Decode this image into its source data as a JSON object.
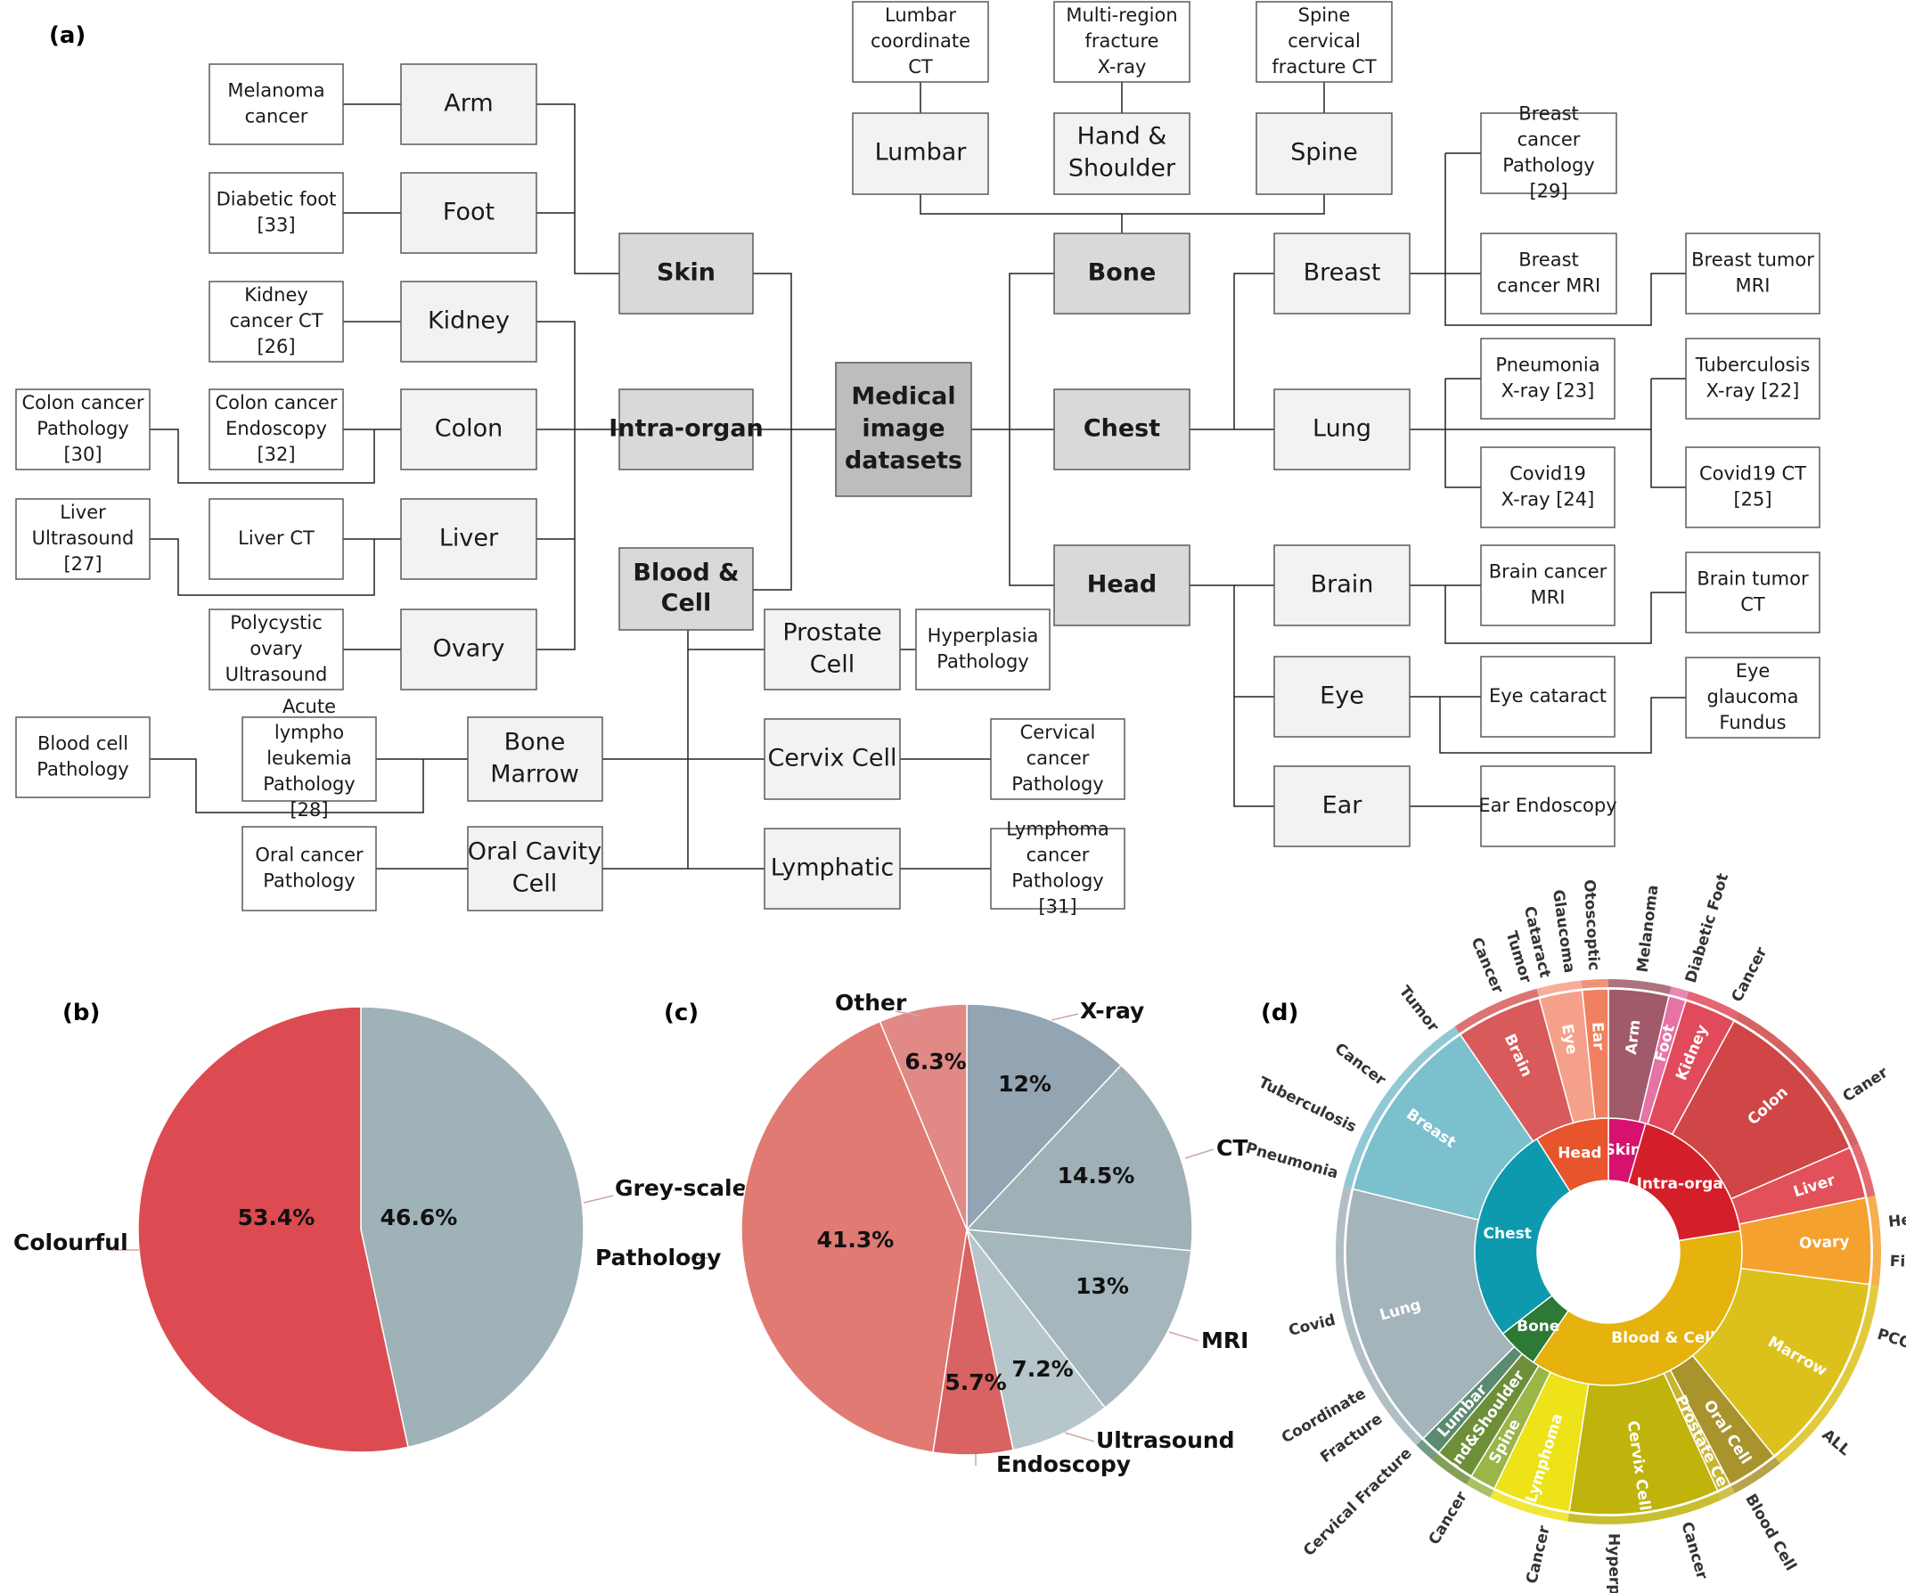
{
  "panels": {
    "a": "(a)",
    "b": "(b)",
    "c": "(c)",
    "d": "(d)"
  },
  "tree": {
    "root": "Medical image datasets",
    "level1": {
      "skin": "Skin",
      "intra": "Intra-organ",
      "blood": "Blood & Cell",
      "bone": "Bone",
      "chest": "Chest",
      "head": "Head"
    },
    "level2": {
      "arm": "Arm",
      "foot": "Foot",
      "kidney": "Kidney",
      "colon": "Colon",
      "liver": "Liver",
      "ovary": "Ovary",
      "bone_marrow": "Bone Marrow",
      "oral": "Oral Cavity Cell",
      "prostate": "Prostate Cell",
      "cervix": "Cervix Cell",
      "lymphatic": "Lymphatic",
      "lumbar": "Lumbar",
      "hand_shoulder": "Hand & Shoulder",
      "spine": "Spine",
      "breast": "Breast",
      "lung": "Lung",
      "brain": "Brain",
      "eye": "Eye",
      "ear": "Ear"
    },
    "level3": {
      "melanoma": "Melanoma cancer",
      "diabetic": "Diabetic foot [33]",
      "kidney_ct": "Kidney cancer CT [26]",
      "colon_endo": "Colon cancer Endoscopy [32]",
      "colon_path": "Colon cancer Pathology [30]",
      "liver_ct": "Liver CT",
      "liver_us": "Liver Ultrasound [27]",
      "pcos": "Polycystic ovary Ultrasound",
      "all_path": "Acute lympho leukemia Pathology [28]",
      "blood_path": "Blood cell Pathology",
      "oral_path": "Oral cancer Pathology",
      "hyperplasia": "Hyperplasia Pathology",
      "cervical_path": "Cervical cancer Pathology",
      "lymphoma": "Lymphoma cancer Pathology [31]",
      "lumbar_ct": "Lumbar coordinate CT",
      "multi_xray": "Multi-region fracture X-ray",
      "spine_ct": "Spine cervical fracture CT",
      "breast_path": "Breast cancer Pathology [29]",
      "breast_mri": "Breast cancer MRI",
      "breast_tumor": "Breast tumor MRI",
      "pneumonia": "Pneumonia X-ray [23]",
      "covid_xray": "Covid19 X-ray [24]",
      "tb": "Tuberculosis X-ray [22]",
      "covid_ct": "Covid19 CT [25]",
      "brain_mri": "Brain cancer MRI",
      "brain_ct": "Brain tumor CT",
      "cataract": "Eye cataract",
      "glaucoma": "Eye glaucoma Fundus",
      "ear_endo": "Ear Endoscopy"
    }
  },
  "chart_data": [
    {
      "panel": "(b)",
      "type": "pie",
      "slices": [
        {
          "label": "Grey-scale",
          "value": 46.6,
          "text": "46.6%",
          "color": "#9fb2b8"
        },
        {
          "label": "Colourful",
          "value": 53.4,
          "text": "53.4%",
          "color": "#dc4b52"
        }
      ]
    },
    {
      "panel": "(c)",
      "type": "pie",
      "slices": [
        {
          "label": "X-ray",
          "value": 12,
          "text": "12%",
          "color": "#93a4b2"
        },
        {
          "label": "CT",
          "value": 14.5,
          "text": "14.5%",
          "color": "#9fb0b6"
        },
        {
          "label": "MRI",
          "value": 13,
          "text": "13%",
          "color": "#a5b6bc"
        },
        {
          "label": "Ultrasound",
          "value": 7.2,
          "text": "7.2%",
          "color": "#b6c6cb"
        },
        {
          "label": "Endoscopy",
          "value": 5.7,
          "text": "5.7%",
          "color": "#d96262"
        },
        {
          "label": "Pathology",
          "value": 41.3,
          "text": "41.3%",
          "color": "#e07a72"
        },
        {
          "label": "Other",
          "value": 6.3,
          "text": "6.3%",
          "color": "#e08986"
        }
      ]
    },
    {
      "panel": "(d)",
      "type": "sunburst",
      "inner": [
        {
          "label": "Skin",
          "value": 4.5,
          "color": "#d6126e"
        },
        {
          "label": "Intra-organ",
          "value": 18,
          "color": "#d41f2a"
        },
        {
          "label": "Blood & Cell",
          "value": 37,
          "color": "#e5b20e"
        },
        {
          "label": "Bone",
          "value": 5,
          "color": "#2c7a35"
        },
        {
          "label": "Chest",
          "value": 26.5,
          "color": "#0e9aae"
        },
        {
          "label": "Head",
          "value": 9,
          "color": "#e8542b"
        }
      ],
      "middle": [
        {
          "label": "Arm",
          "value": 3.5,
          "color": "#a05a6a"
        },
        {
          "label": "Foot",
          "value": 1,
          "color": "#e673a5"
        },
        {
          "label": "Kidney",
          "value": 3,
          "color": "#e04a5a"
        },
        {
          "label": "Colon",
          "value": 10,
          "color": "#d04646"
        },
        {
          "label": "Liver",
          "value": 3,
          "color": "#e2505a"
        },
        {
          "label": "Ovary",
          "value": 5,
          "color": "#f4a12e"
        },
        {
          "label": "Marrow",
          "value": 11.5,
          "color": "#dcc11c"
        },
        {
          "label": "Oral Cell",
          "value": 3,
          "color": "#a9932c"
        },
        {
          "label": "Prostate Cell",
          "value": 0.8,
          "color": "#c8b530"
        },
        {
          "label": "Cervix Cell",
          "value": 8.7,
          "color": "#bfb30c"
        },
        {
          "label": "Lymphoma",
          "value": 4.5,
          "color": "#eee218"
        },
        {
          "label": "Spine",
          "value": 1.5,
          "color": "#9ab548"
        },
        {
          "label": "Hand&Shoulder",
          "value": 2.3,
          "color": "#6e8e39"
        },
        {
          "label": "Lumbar",
          "value": 1.2,
          "color": "#5b8a6e"
        },
        {
          "label": "Lung",
          "value": 15.5,
          "color": "#a3b4ba"
        },
        {
          "label": "Breast",
          "value": 11,
          "color": "#7cc0cd"
        },
        {
          "label": "Brain",
          "value": 5,
          "color": "#d85a5a"
        },
        {
          "label": "Eye",
          "value": 2.5,
          "color": "#f5a08a"
        },
        {
          "label": "Ear",
          "value": 1.5,
          "color": "#f08060"
        }
      ],
      "outer_labels": [
        {
          "label": "Melanoma",
          "angle": 7
        },
        {
          "label": "Diabetic Foot",
          "angle": 17
        },
        {
          "label": "Cancer",
          "angle": 27
        },
        {
          "label": "Caner",
          "angle": 57
        },
        {
          "label": "Hepatic",
          "angle": 84
        },
        {
          "label": "Fibrosis",
          "angle": 92
        },
        {
          "label": "PCOS",
          "angle": 107
        },
        {
          "label": "ALL",
          "angle": 130
        },
        {
          "label": "Blood Cell",
          "angle": 150
        },
        {
          "label": "Cancer",
          "angle": 164
        },
        {
          "label": "Hyperplasia",
          "angle": 179
        },
        {
          "label": "Cancer",
          "angle": 193
        },
        {
          "label": "Cancer",
          "angle": 211
        },
        {
          "label": "Cervical Fracture",
          "angle": 225
        },
        {
          "label": "Fracture",
          "angle": 234
        },
        {
          "label": "Coordinate",
          "angle": 240
        },
        {
          "label": "Covid",
          "angle": 256
        },
        {
          "label": "Pneumonia",
          "angle": 286
        },
        {
          "label": "Tuberculosis",
          "angle": 296
        },
        {
          "label": "Cancer",
          "angle": 307
        },
        {
          "label": "Tumor",
          "angle": 322
        },
        {
          "label": "Cancer",
          "angle": 337
        },
        {
          "label": "Tumor",
          "angle": 343
        },
        {
          "label": "Cataract",
          "angle": 347
        },
        {
          "label": "Glaucoma",
          "angle": 352
        },
        {
          "label": "Otoscoptic",
          "angle": 357
        }
      ]
    }
  ]
}
